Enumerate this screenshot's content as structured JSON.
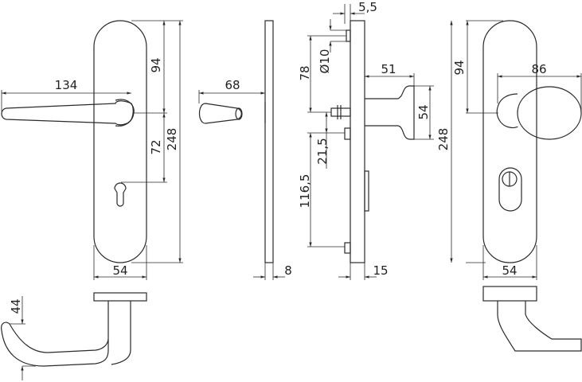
{
  "dimensions": {
    "front_lever": {
      "lever_length": "134",
      "handle_to_top": "94",
      "handle_to_cylinder": "72",
      "plate_height": "248",
      "plate_width": "54",
      "lever_drop": "44"
    },
    "side_lever": {
      "projection": "68",
      "plate_thickness": "8"
    },
    "side_knob": {
      "offset": "5,5",
      "pin_diameter": "Ø10",
      "top_to_spindle": "78",
      "knob_projection": "51",
      "knob_diameter": "54",
      "spindle_to_fixing": "21,5",
      "fixing_spacing": "116,5",
      "plate_thickness": "15"
    },
    "front_knob": {
      "knob_to_top": "94",
      "knob_width": "86",
      "plate_height": "248",
      "plate_width": "54"
    }
  },
  "colors": {
    "line": "#2a2a2a",
    "background": "#ffffff"
  }
}
